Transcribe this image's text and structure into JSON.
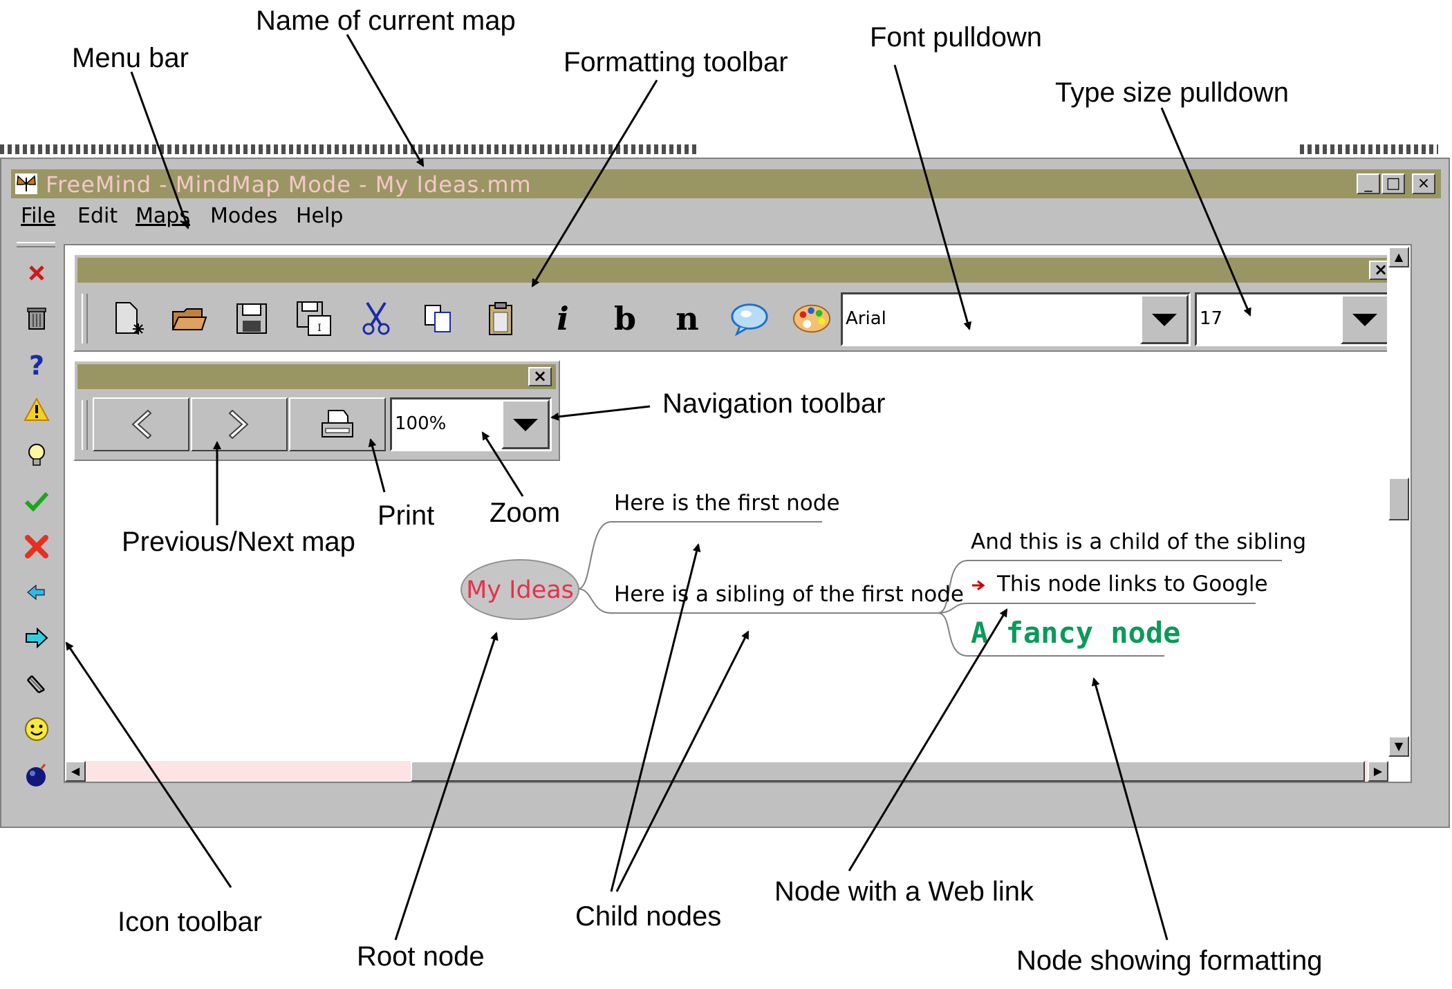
{
  "window": {
    "title": "FreeMind - MindMap Mode - My Ideas.mm",
    "controls": [
      "_",
      "□",
      "×"
    ]
  },
  "menubar": {
    "items": [
      {
        "label": "File"
      },
      {
        "label": "Edit"
      },
      {
        "label": "Maps"
      },
      {
        "label": "Modes"
      },
      {
        "label": "Help"
      }
    ]
  },
  "icon_toolbar": {
    "icons": [
      "remove-icon",
      "trash-icon",
      "question-icon",
      "warning-icon",
      "idea-icon",
      "checkmark-icon",
      "cancel-icon",
      "back-arrow-icon",
      "forward-arrow-icon",
      "attachment-icon",
      "smiley-icon",
      "bomb-icon"
    ]
  },
  "formatting_toolbar": {
    "close_label": "×",
    "buttons": [
      "new-icon",
      "open-icon",
      "save-icon",
      "save-as-icon",
      "cut-icon",
      "copy-icon",
      "paste-icon",
      "italic-icon",
      "bold-icon",
      "normal-icon",
      "cloud-icon",
      "color-icon"
    ],
    "italic_label": "i",
    "bold_label": "b",
    "normal_label": "n",
    "font_value": "Arial",
    "size_value": "17"
  },
  "navigation_toolbar": {
    "close_label": "×",
    "zoom_value": "100%"
  },
  "mindmap": {
    "root": "My Ideas",
    "child_first": "Here is the first node",
    "child_sibling": "Here is a sibling of the first node",
    "grandchild_1": "And this is a child of the sibling",
    "grandchild_link": "This node links to Google",
    "grandchild_fancy": "A fancy node",
    "colors": {
      "root_text": "#e8304a",
      "root_fill": "#c6c6c6",
      "fancy": "#0a9a5a",
      "link_arrow": "#cc0000",
      "titlebar": "#9a9664",
      "title_text": "#f4c8c8"
    }
  },
  "annotations": {
    "name_of_map": "Name of current map",
    "menu_bar": "Menu bar",
    "formatting_toolbar": "Formatting toolbar",
    "font_pulldown": "Font pulldown",
    "type_size_pulldown": "Type size pulldown",
    "navigation_toolbar": "Navigation toolbar",
    "print": "Print",
    "zoom": "Zoom",
    "prev_next": "Previous/Next map",
    "icon_toolbar": "Icon toolbar",
    "root_node": "Root node",
    "child_nodes": "Child nodes",
    "web_link_node": "Node with a Web link",
    "formatting_node": "Node showing formatting"
  }
}
